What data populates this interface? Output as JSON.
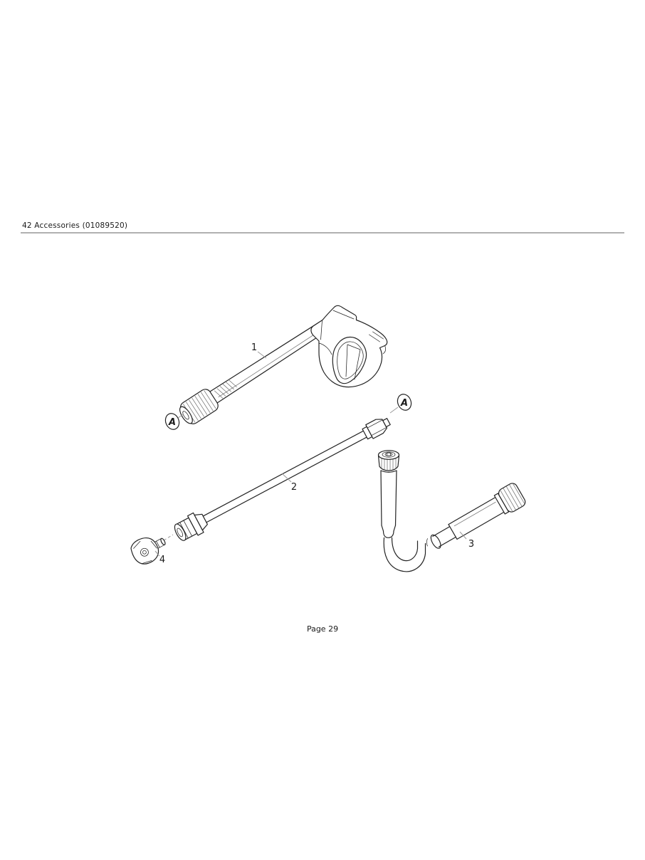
{
  "header": {
    "title": "42 Accessories (01089520)"
  },
  "footer": {
    "page_label": "Page 29"
  },
  "figure": {
    "parts": [
      {
        "ref": "1"
      },
      {
        "ref": "2"
      },
      {
        "ref": "3"
      },
      {
        "ref": "4"
      }
    ],
    "callouts": [
      {
        "letter": "A"
      },
      {
        "letter": "A"
      }
    ]
  },
  "colors": {
    "line": "#232323",
    "leader": "#9a9a9a",
    "rule": "#b0b0b0",
    "text": "#1a1a1a",
    "bg": "#ffffff"
  }
}
